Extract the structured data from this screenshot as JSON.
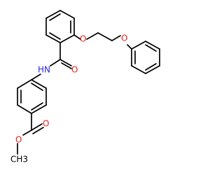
{
  "molecule": {
    "atom_labels": {
      "ether_o_1": "O",
      "ether_o_2": "O",
      "carbonyl_o_amide": "O",
      "amide_nh": "HN",
      "carbonyl_o_ester": "O",
      "ester_o": "O",
      "methyl": "CH3"
    },
    "colors": {
      "oxygen": "#e02020",
      "nitrogen": "#2a2ad8",
      "carbon_bond": "#000000",
      "background": "#ffffff"
    }
  }
}
